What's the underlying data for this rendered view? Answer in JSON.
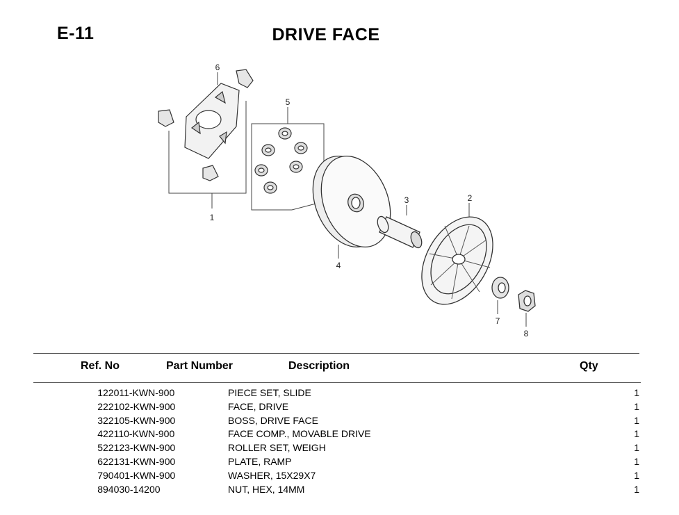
{
  "page": {
    "code": "E-11",
    "title": "DRIVE FACE"
  },
  "callouts": [
    "1",
    "2",
    "3",
    "4",
    "5",
    "6",
    "7",
    "8"
  ],
  "table": {
    "headers": {
      "ref": "Ref. No",
      "part": "Part Number",
      "desc": "Description",
      "qty": "Qty"
    },
    "rows": [
      {
        "ref": "1",
        "part": "22011-KWN-900",
        "desc": "PIECE SET, SLIDE",
        "qty": "1"
      },
      {
        "ref": "2",
        "part": "22102-KWN-900",
        "desc": "FACE, DRIVE",
        "qty": "1"
      },
      {
        "ref": "3",
        "part": "22105-KWN-900",
        "desc": "BOSS, DRIVE FACE",
        "qty": "1"
      },
      {
        "ref": "4",
        "part": "22110-KWN-900",
        "desc": "FACE COMP., MOVABLE DRIVE",
        "qty": "1"
      },
      {
        "ref": "5",
        "part": "22123-KWN-900",
        "desc": "ROLLER SET, WEIGH",
        "qty": "1"
      },
      {
        "ref": "6",
        "part": "22131-KWN-900",
        "desc": "PLATE, RAMP",
        "qty": "1"
      },
      {
        "ref": "7",
        "part": "90401-KWN-900",
        "desc": "WASHER, 15X29X7",
        "qty": "1"
      },
      {
        "ref": "8",
        "part": "94030-14200",
        "desc": "NUT, HEX, 14MM",
        "qty": "1"
      }
    ]
  }
}
